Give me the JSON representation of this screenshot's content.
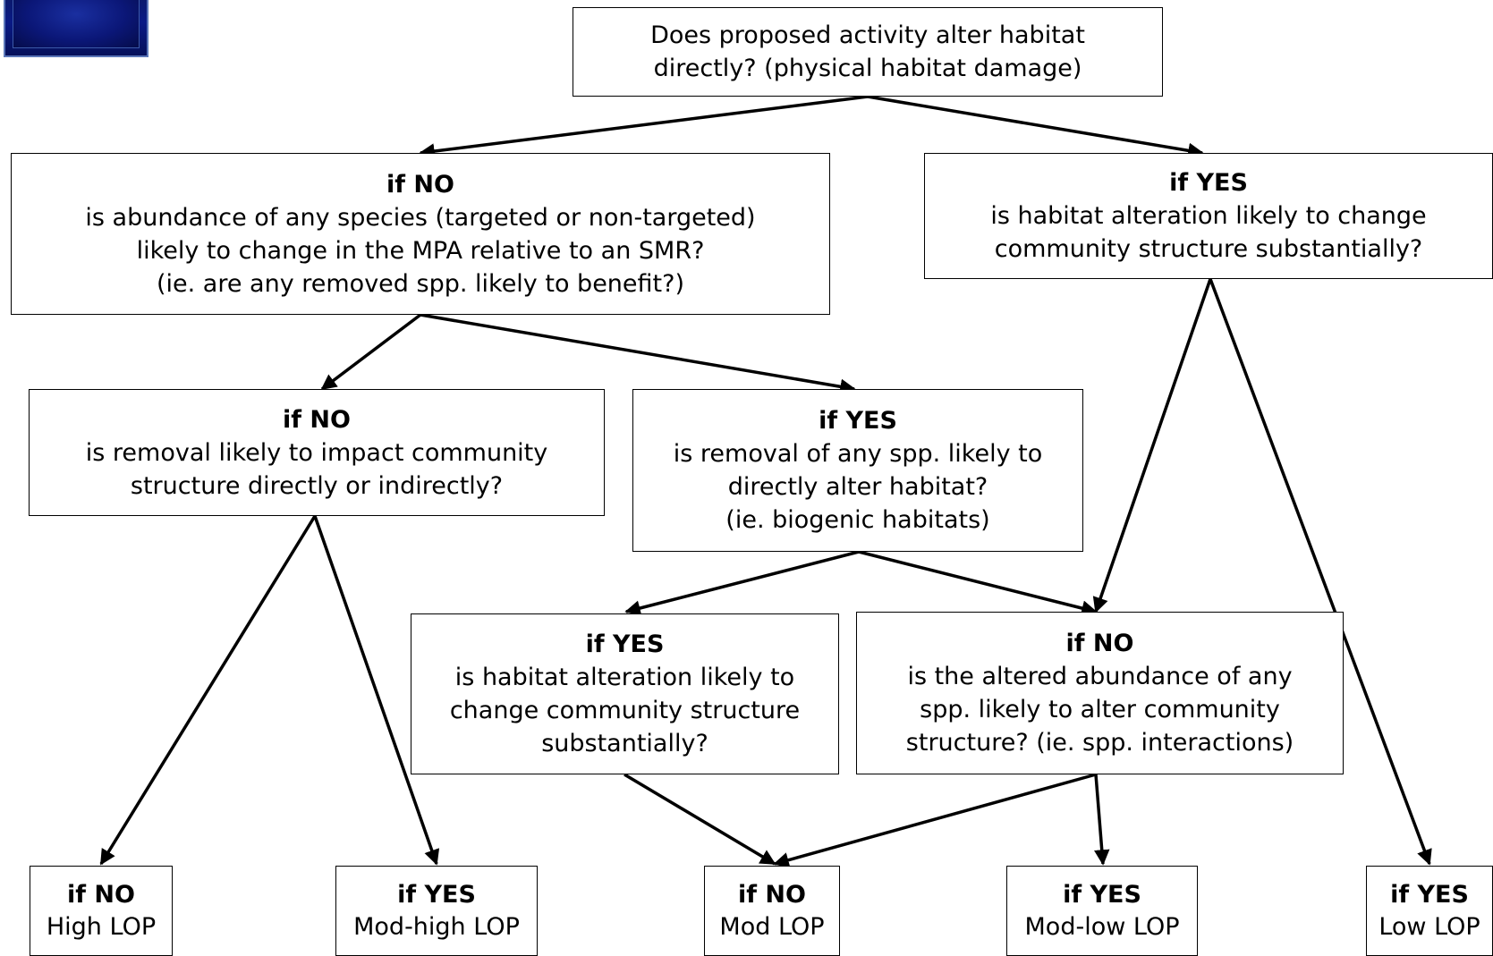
{
  "nodes": {
    "root": {
      "lines": [
        "Does proposed activity alter habitat",
        "directly? (physical habitat damage)"
      ]
    },
    "no1": {
      "title": "if NO",
      "lines": [
        "is abundance of any species (targeted or non-targeted)",
        "likely to change in the MPA relative to an SMR?",
        "(ie. are any removed spp. likely to benefit?)"
      ]
    },
    "yes1": {
      "title": "if YES",
      "lines": [
        "is habitat alteration likely to change",
        "community structure substantially?"
      ]
    },
    "no2": {
      "title": "if NO",
      "lines": [
        "is removal likely to impact community",
        "structure directly or indirectly?"
      ]
    },
    "yes2": {
      "title": "if YES",
      "lines": [
        "is removal of any spp. likely to",
        "directly alter habitat?",
        "(ie. biogenic habitats)"
      ]
    },
    "yes3": {
      "title": "if YES",
      "lines": [
        "is habitat alteration likely to",
        "change community structure",
        "substantially?"
      ]
    },
    "no3": {
      "title": "if NO",
      "lines": [
        "is the altered abundance of any",
        "spp. likely to alter community",
        "structure? (ie. spp. interactions)"
      ]
    }
  },
  "outcomes": [
    {
      "title": "if NO",
      "label": "High LOP"
    },
    {
      "title": "if YES",
      "label": "Mod-high LOP"
    },
    {
      "title": "if NO",
      "label": "Mod LOP"
    },
    {
      "title": "if YES",
      "label": "Mod-low LOP"
    },
    {
      "title": "if YES",
      "label": "Low LOP"
    }
  ]
}
